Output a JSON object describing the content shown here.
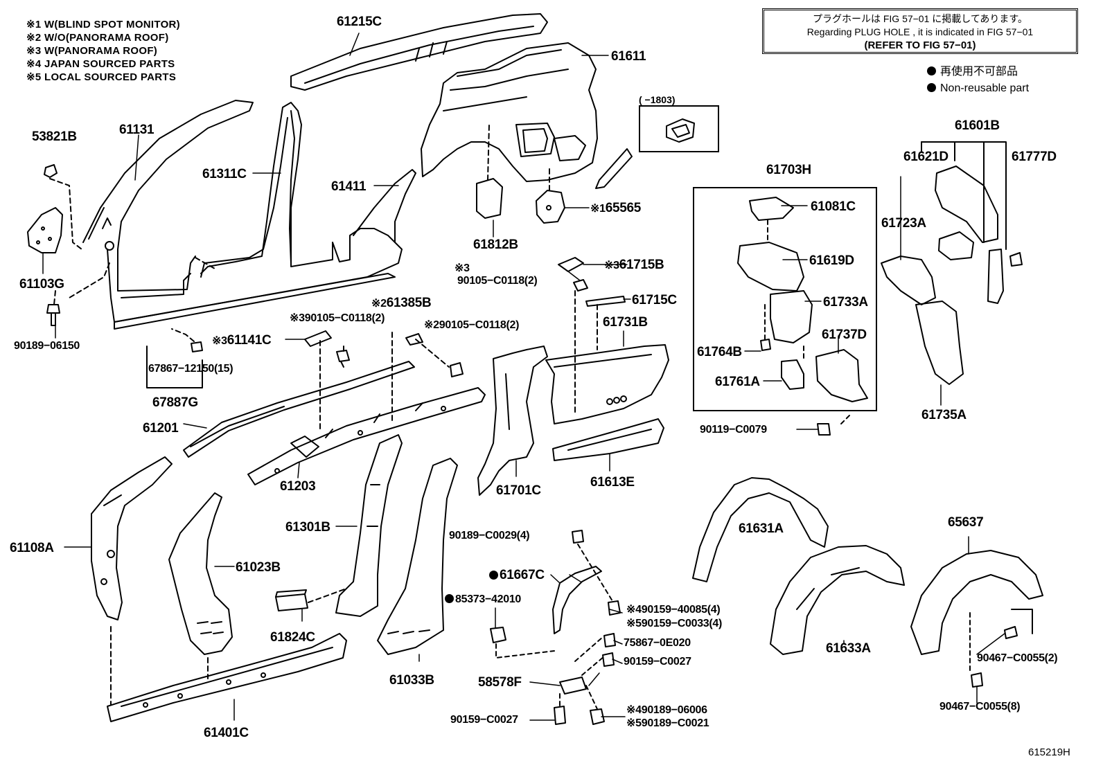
{
  "legend": [
    "※1 W(BLIND SPOT MONITOR)",
    "※2 W/O(PANORAMA ROOF)",
    "※3 W(PANORAMA ROOF)",
    "※4 JAPAN SOURCED PARTS",
    "※5 LOCAL SOURCED PARTS"
  ],
  "note": {
    "line1": "プラグホールは FIG 57−01 に掲載してあります。",
    "line2": "Regarding PLUG HOLE , it is indicated in FIG 57−01",
    "line3": "(REFER TO FIG 57−01)"
  },
  "non_reusable": {
    "jp": "再使用不可部品",
    "en": "Non-reusable part"
  },
  "inset_caption": "(     −1803)",
  "figure_code": "615219H",
  "parts": {
    "p61215C": "61215C",
    "p61611": "61611",
    "p53821B": "53821B",
    "p61131": "61131",
    "p61311C": "61311C",
    "p61411": "61411",
    "p65565": "65565",
    "p65565_mark": "※1",
    "p61812B": "61812B",
    "p61103G": "61103G",
    "p90189_06150": "90189−06150",
    "p67867": "67867−12150(15)",
    "p67887G": "67887G",
    "p61141C": "61141C",
    "p61141C_mark": "※3",
    "p90105_a": "90105−C0118(2)",
    "p90105_a_mark": "※3",
    "p61385B": "61385B",
    "p61385B_mark": "※2",
    "p90105_b": "90105−C0118(2)",
    "p90105_b_mark": "※2",
    "p90105_c_mark": "※3",
    "p90105_c": "90105−C0118(2)",
    "p61715B": "61715B",
    "p61715B_mark": "※3",
    "p61715C": "61715C",
    "p61731B": "61731B",
    "p61201": "61201",
    "p61203": "61203",
    "p61701C": "61701C",
    "p61613E": "61613E",
    "p61703H": "61703H",
    "p61081C": "61081C",
    "p61619D": "61619D",
    "p61733A": "61733A",
    "p61764B": "61764B",
    "p61737D": "61737D",
    "p61761A": "61761A",
    "p90119": "90119−C0079",
    "p61601B": "61601B",
    "p61621D": "61621D",
    "p61777D": "61777D",
    "p61723A": "61723A",
    "p61735A": "61735A",
    "p61108A": "61108A",
    "p61023B": "61023B",
    "p61301B": "61301B",
    "p61824C": "61824C",
    "p61033B": "61033B",
    "p61401C": "61401C",
    "p61631A": "61631A",
    "p61633A": "61633A",
    "p65637": "65637",
    "p90189_C0029": "90189−C0029(4)",
    "p61667C": "61667C",
    "p85373": "85373−42010",
    "p90159_40085_mark": "※4",
    "p90159_40085": "90159−40085(4)",
    "p90159_C0033_mark": "※5",
    "p90159_C0033": "90159−C0033(4)",
    "p75867": "75867−0E020",
    "p90159_C0027a": "90159−C0027",
    "p58578F": "58578F",
    "p90159_C0027b": "90159−C0027",
    "p90189_06006_mark": "※4",
    "p90189_06006": "90189−06006",
    "p90189_C0021_mark": "※5",
    "p90189_C0021": "90189−C0021",
    "p90467_a": "90467−C0055(2)",
    "p90467_b": "90467−C0055(8)"
  }
}
